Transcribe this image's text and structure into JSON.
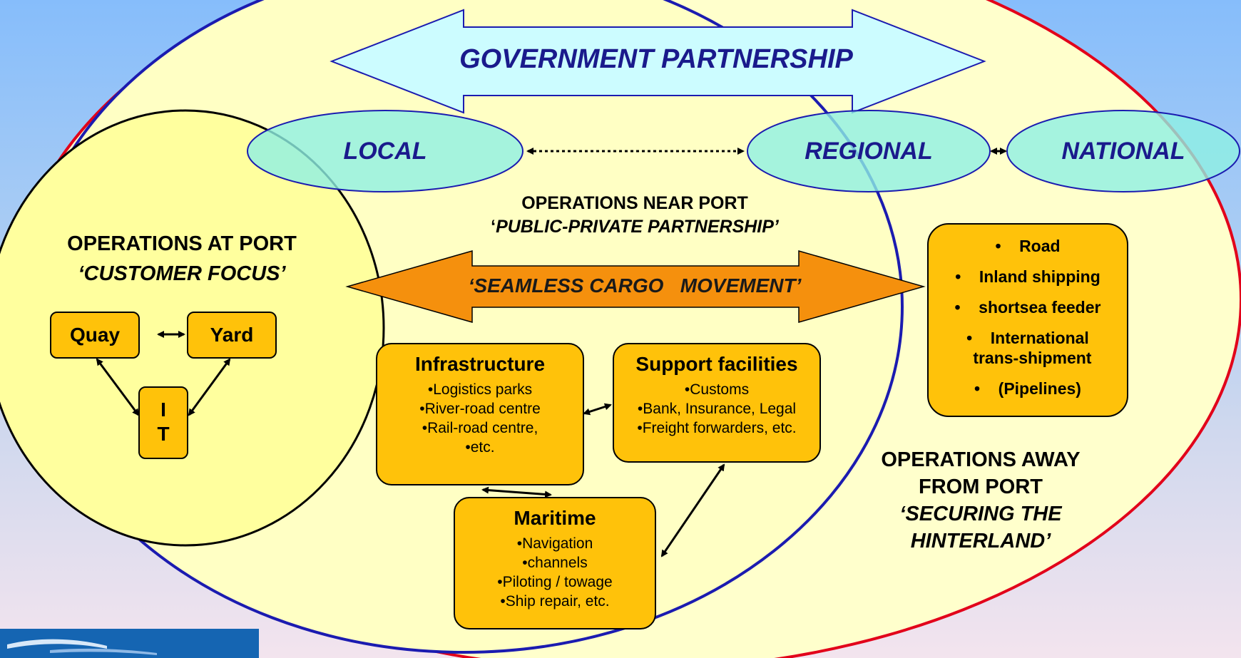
{
  "top_arrow": {
    "label": "GOVERNMENT PARTNERSHIP"
  },
  "scopes": {
    "local": "LOCAL",
    "regional": "REGIONAL",
    "national": "NATIONAL"
  },
  "at_port": {
    "title": "OPERATIONS AT PORT",
    "subtitle": "‘CUSTOMER FOCUS’",
    "quay": "Quay",
    "yard": "Yard",
    "it_line1": "I",
    "it_line2": "T"
  },
  "near_port": {
    "title": "OPERATIONS NEAR PORT",
    "subtitle_prefix": "‘",
    "subtitle": "PUBLIC-PRIVATE PARTNERSHIP’",
    "arrow_label": "‘SEAMLESS CARGO   MOVEMENT’"
  },
  "infrastructure": {
    "title": "Infrastructure",
    "items": [
      "Logistics parks",
      "River-road centre",
      "Rail-road centre,",
      "etc."
    ]
  },
  "support": {
    "title": "Support facilities",
    "items": [
      "Customs",
      "Bank, Insurance, Legal",
      "Freight forwarders, etc."
    ]
  },
  "maritime": {
    "title": "Maritime",
    "items": [
      "Navigation",
      "channels",
      "Piloting / towage",
      "Ship repair, etc."
    ]
  },
  "modes": {
    "items": [
      "Road",
      "Inland shipping",
      "shortsea feeder",
      "International",
      "trans-shipment",
      "(Pipelines)"
    ]
  },
  "away_port": {
    "line1": "OPERATIONS AWAY",
    "line2": "FROM PORT",
    "line3": "‘SECURING THE",
    "line4": "HINTERLAND’"
  },
  "colors": {
    "outer_ellipse_stroke": "#e2001a",
    "middle_ellipse_stroke": "#1b1bb0",
    "inner_ellipse_stroke": "#000000",
    "light_fill": "#ffffc8",
    "inner_fill": "#ffff9e",
    "box_fill": "#ffc20a",
    "orange_arrow": "#f5900d",
    "cyan_arrow": "#ccfcff",
    "text_blue": "#1a1a8c"
  }
}
